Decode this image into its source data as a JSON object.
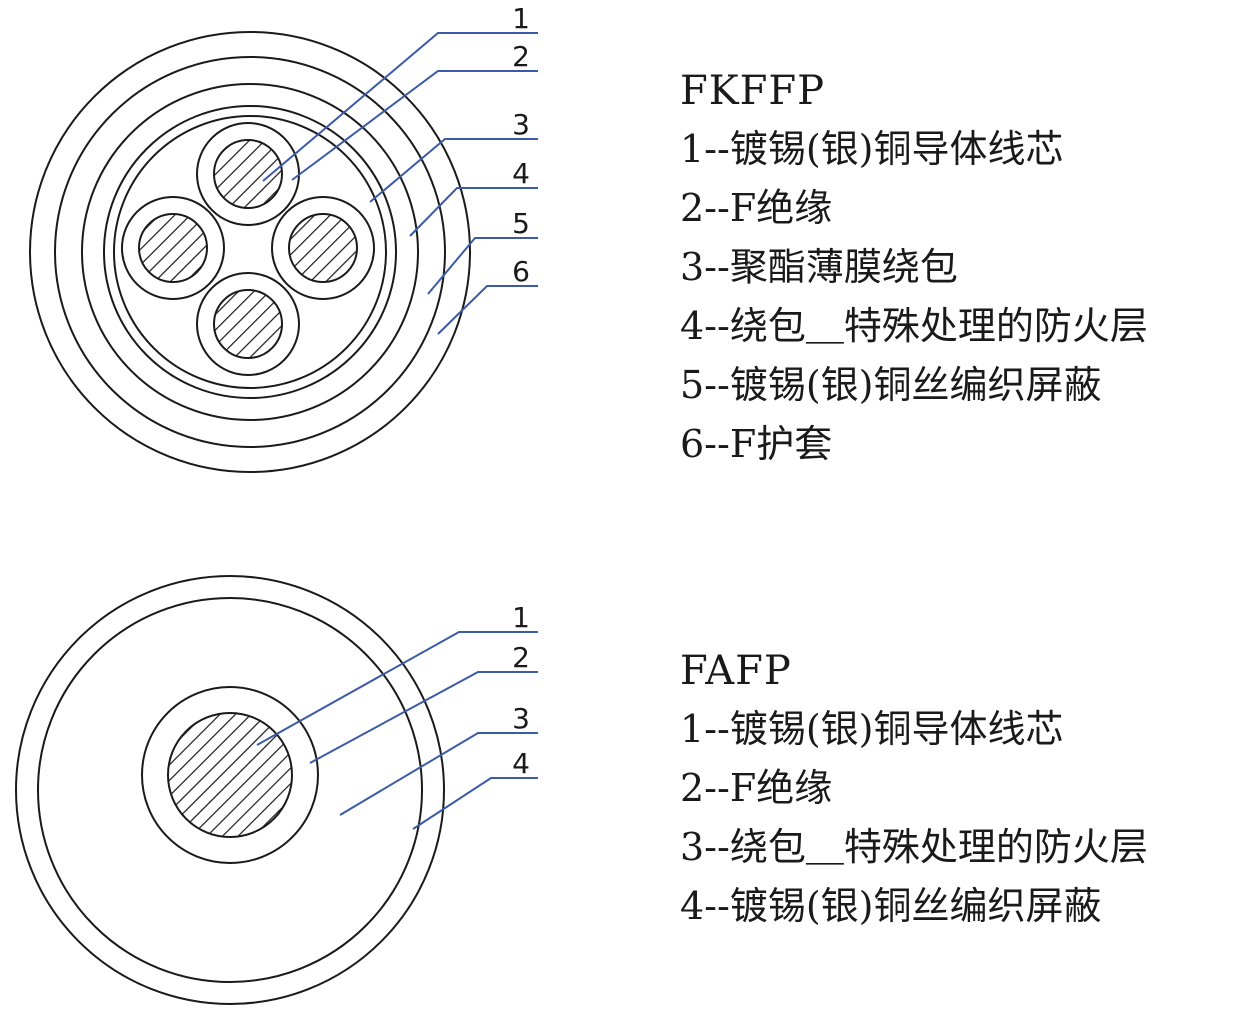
{
  "colors": {
    "line": "#1a1a1a",
    "leader": "#3b5ba8",
    "background": "#ffffff"
  },
  "diagrams": [
    {
      "title": "FKFFP",
      "callout_numbers": [
        "1",
        "2",
        "3",
        "4",
        "5",
        "6"
      ],
      "items": [
        "1--镀锡(银)铜导体线芯",
        "2--F绝缘",
        "3--聚酯薄膜绕包",
        "4--绕包＿特殊处理的防火层",
        "5--镀锡(银)铜丝编织屏蔽",
        "6--F护套"
      ]
    },
    {
      "title": "FAFP",
      "callout_numbers": [
        "1",
        "2",
        "3",
        "4"
      ],
      "items": [
        "1--镀锡(银)铜导体线芯",
        "2--F绝缘",
        "3--绕包＿特殊处理的防火层",
        "4--镀锡(银)铜丝编织屏蔽"
      ]
    }
  ]
}
